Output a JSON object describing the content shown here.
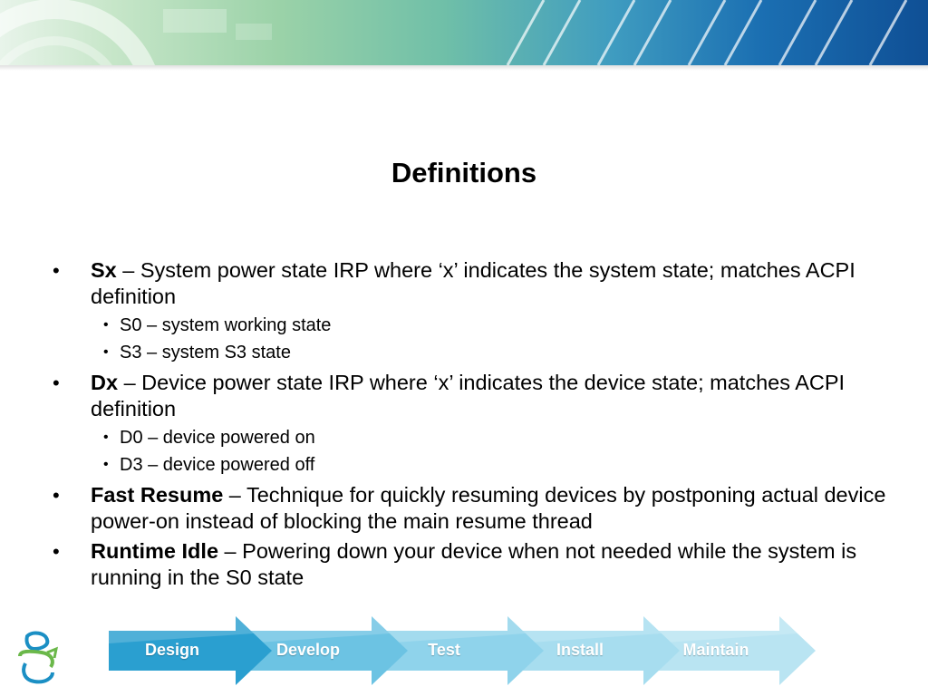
{
  "slide": {
    "title": "Definitions"
  },
  "items": [
    {
      "term": "Sx",
      "text": " – System power state IRP where ‘x’ indicates the system state; matches ACPI definition",
      "subs": [
        "S0 – system working state",
        "S3 – system S3 state"
      ]
    },
    {
      "term": "Dx",
      "text": " – Device power state IRP where ‘x’ indicates the device state; matches ACPI definition",
      "subs": [
        "D0 – device powered on",
        "D3 – device powered off"
      ]
    },
    {
      "term": "Fast Resume",
      "text": " – Technique for quickly resuming devices by postponing actual device power-on instead of blocking the main resume thread",
      "subs": []
    },
    {
      "term": "Runtime Idle",
      "text": " – Powering down your device when not needed while the system is running in the S0 state",
      "subs": []
    }
  ],
  "footer": {
    "steps": [
      {
        "label": "Design",
        "color": "#2a9fd0"
      },
      {
        "label": "Develop",
        "color": "#6cc3e3"
      },
      {
        "label": "Test",
        "color": "#8fd3eb"
      },
      {
        "label": "Install",
        "color": "#a7ddef"
      },
      {
        "label": "Maintain",
        "color": "#b9e4f2"
      }
    ],
    "logo_icon": "people-logo-icon",
    "accent": "#1b8fc4"
  }
}
